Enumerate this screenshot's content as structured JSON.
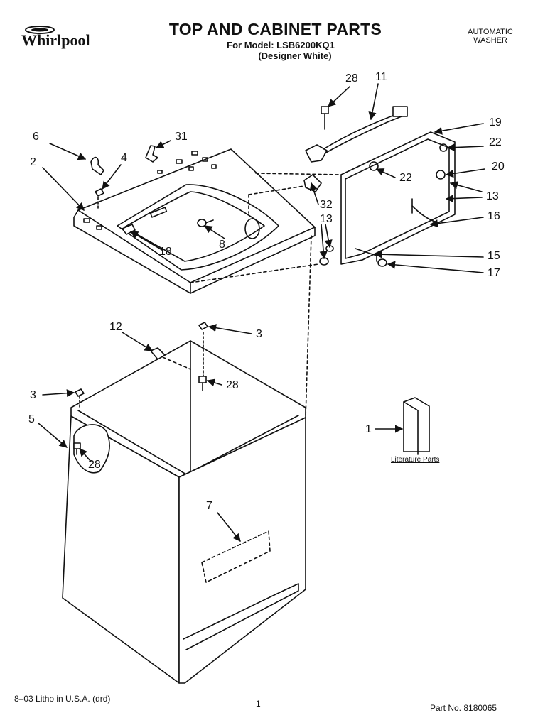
{
  "header": {
    "brand": "Whirlpool",
    "title": "TOP AND CABINET PARTS",
    "model_line": "For Model: LSB6200KQ1",
    "variant_line": "(Designer White)",
    "product_line1": "AUTOMATIC",
    "product_line2": "WASHER"
  },
  "callouts": [
    {
      "id": "c28a",
      "label": "28"
    },
    {
      "id": "c11",
      "label": "11"
    },
    {
      "id": "c19",
      "label": "19"
    },
    {
      "id": "c22a",
      "label": "22"
    },
    {
      "id": "c6",
      "label": "6"
    },
    {
      "id": "c31",
      "label": "31"
    },
    {
      "id": "c4",
      "label": "4"
    },
    {
      "id": "c2",
      "label": "2"
    },
    {
      "id": "c22b",
      "label": "22"
    },
    {
      "id": "c20",
      "label": "20"
    },
    {
      "id": "c13a",
      "label": "13"
    },
    {
      "id": "c32",
      "label": "32"
    },
    {
      "id": "c13b",
      "label": "13"
    },
    {
      "id": "c16",
      "label": "16"
    },
    {
      "id": "c8",
      "label": "8"
    },
    {
      "id": "c18",
      "label": "18"
    },
    {
      "id": "c15",
      "label": "15"
    },
    {
      "id": "c17",
      "label": "17"
    },
    {
      "id": "c12",
      "label": "12"
    },
    {
      "id": "c3a",
      "label": "3"
    },
    {
      "id": "c28b",
      "label": "28"
    },
    {
      "id": "c3b",
      "label": "3"
    },
    {
      "id": "c5",
      "label": "5"
    },
    {
      "id": "c1",
      "label": "1"
    },
    {
      "id": "c28c",
      "label": "28"
    },
    {
      "id": "c7",
      "label": "7"
    }
  ],
  "literature_label": "Literature Parts",
  "footer": {
    "litho": "8–03 Litho in U.S.A. (drd)",
    "page": "1",
    "part_no": "Part No. 8180065"
  }
}
